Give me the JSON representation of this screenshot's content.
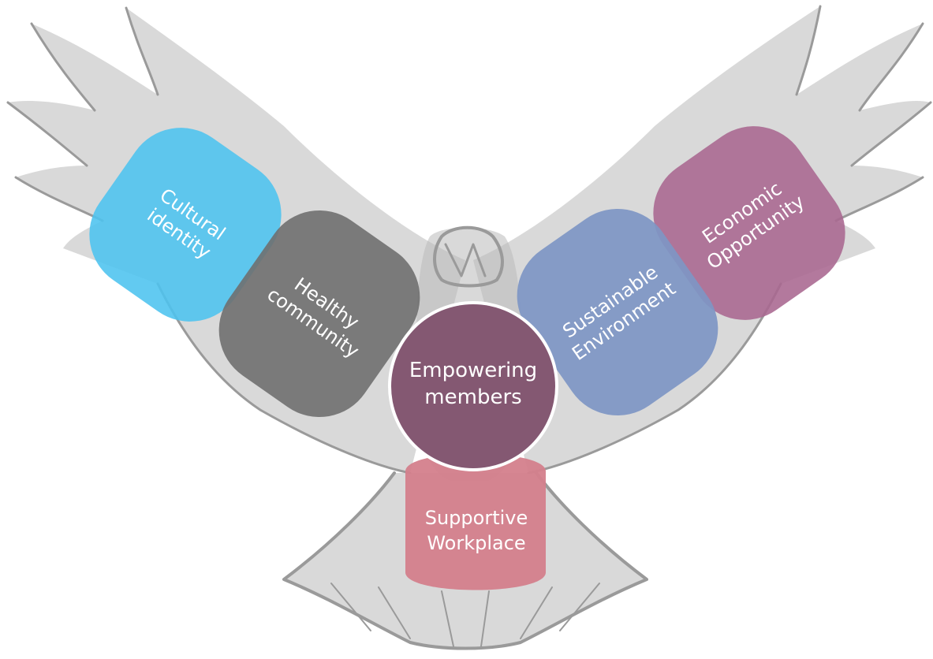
{
  "diagram": {
    "center": {
      "line1": "Empowering",
      "line2": "members",
      "color": "#7d4f6a"
    },
    "segments": {
      "cultural_identity": {
        "line1": "Cultural",
        "line2": "identity",
        "color": "#4cc3ef"
      },
      "healthy_community": {
        "line1": "Healthy",
        "line2": "community",
        "color": "#6f6f6f"
      },
      "sustainable_environment": {
        "line1": "Sustainable",
        "line2": "Environment",
        "color": "#7e96c4"
      },
      "economic_opportunity": {
        "line1": "Economic",
        "line2": "Opportunity",
        "color": "#a86690"
      },
      "supportive_workplace": {
        "line1": "Supportive",
        "line2": "Workplace",
        "color": "#d47f8c"
      }
    },
    "background_icon": "eagle-sketch"
  }
}
